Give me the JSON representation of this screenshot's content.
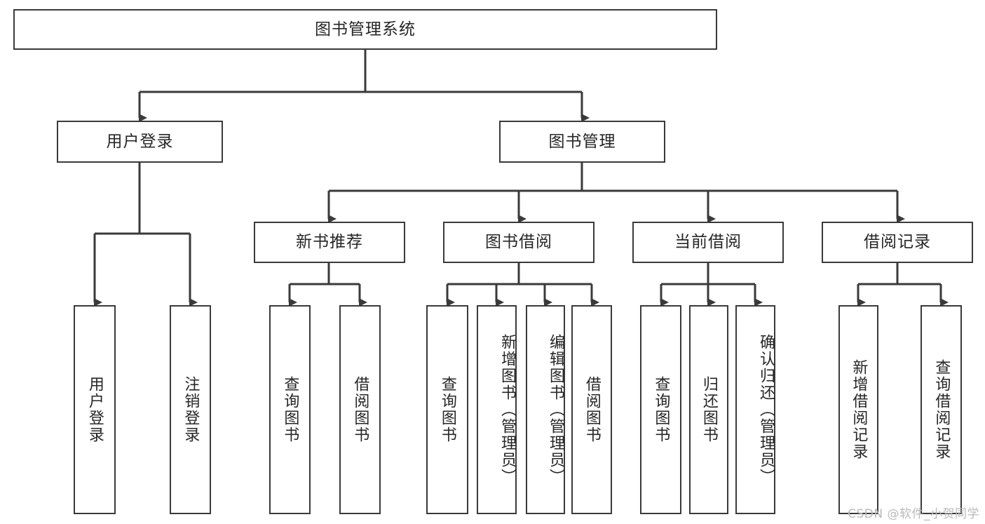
{
  "diagram": {
    "title": "图书管理系统",
    "type": "tree",
    "stroke_color": "#3a3a3a",
    "text_color": "#262626",
    "background_color": "#ffffff",
    "watermark": "CSDN @软件_小贺同学"
  },
  "nodes": {
    "root": {
      "label": "图书管理系统"
    },
    "level1": [
      {
        "label": "用户登录"
      },
      {
        "label": "图书管理"
      }
    ],
    "level2": [
      {
        "label": "新书推荐"
      },
      {
        "label": "图书借阅"
      },
      {
        "label": "当前借阅"
      },
      {
        "label": "借阅记录"
      }
    ],
    "leaves_user_login": [
      {
        "label": "用户登录"
      },
      {
        "label": "注销登录"
      }
    ],
    "leaves_new_book": [
      {
        "label": "查询图书"
      },
      {
        "label": "借阅图书"
      }
    ],
    "leaves_borrow": [
      {
        "label": "查询图书"
      },
      {
        "label": "新增图书（管理员）"
      },
      {
        "label": "编辑图书（管理员）"
      },
      {
        "label": "借阅图书"
      }
    ],
    "leaves_current": [
      {
        "label": "查询图书"
      },
      {
        "label": "归还图书"
      },
      {
        "label": "确认归还（管理员）"
      }
    ],
    "leaves_records": [
      {
        "label": "新增借阅记录"
      },
      {
        "label": "查询借阅记录"
      }
    ]
  },
  "tree_data": {
    "name": "图书管理系统",
    "children": [
      {
        "name": "用户登录",
        "children": [
          {
            "name": "用户登录"
          },
          {
            "name": "注销登录"
          }
        ]
      },
      {
        "name": "图书管理",
        "children": [
          {
            "name": "新书推荐",
            "children": [
              {
                "name": "查询图书"
              },
              {
                "name": "借阅图书"
              }
            ]
          },
          {
            "name": "图书借阅",
            "children": [
              {
                "name": "查询图书"
              },
              {
                "name": "新增图书（管理员）"
              },
              {
                "name": "编辑图书（管理员）"
              },
              {
                "name": "借阅图书"
              }
            ]
          },
          {
            "name": "当前借阅",
            "children": [
              {
                "name": "查询图书"
              },
              {
                "name": "归还图书"
              },
              {
                "name": "确认归还（管理员）"
              }
            ]
          },
          {
            "name": "借阅记录",
            "children": [
              {
                "name": "新增借阅记录"
              },
              {
                "name": "查询借阅记录"
              }
            ]
          }
        ]
      }
    ]
  }
}
